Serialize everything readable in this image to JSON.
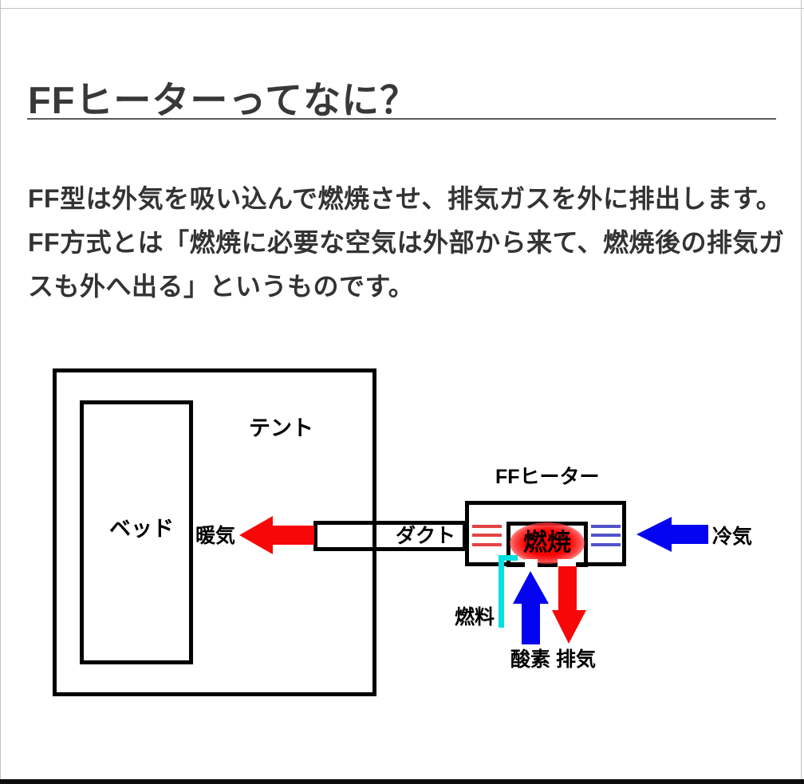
{
  "page": {
    "title": "FFヒーターってなに？",
    "paragraph_lines": [
      "FF型は外気を吸い込んで燃焼させ、排気ガスを外に排出します。",
      "FF方式とは「燃焼に必要な空気は外部から来て、燃焼後の排気ガ",
      "スも外へ出る」というものです。"
    ]
  },
  "diagram": {
    "tent_label": "テント",
    "bed_label": "ベッド",
    "warm_air_label": "暖気",
    "duct_label": "ダクト",
    "heater_label": "FFヒーター",
    "combustion_label": "燃焼",
    "fuel_label": "燃料",
    "oxygen_label": "酸素",
    "exhaust_label": "排気",
    "cold_air_label": "冷気",
    "arrows": {
      "warm_air": {
        "direction": "left",
        "color": "#f70707"
      },
      "cold_air": {
        "direction": "left",
        "color": "#0404f0"
      },
      "oxygen": {
        "direction": "up",
        "color": "#0404f0"
      },
      "exhaust": {
        "direction": "down",
        "color": "#f70707"
      }
    },
    "colors": {
      "fin_red": "#e34343",
      "fin_blue": "#5252c9",
      "fuel_cyan": "#00e0e0",
      "outline": "#000000"
    }
  }
}
